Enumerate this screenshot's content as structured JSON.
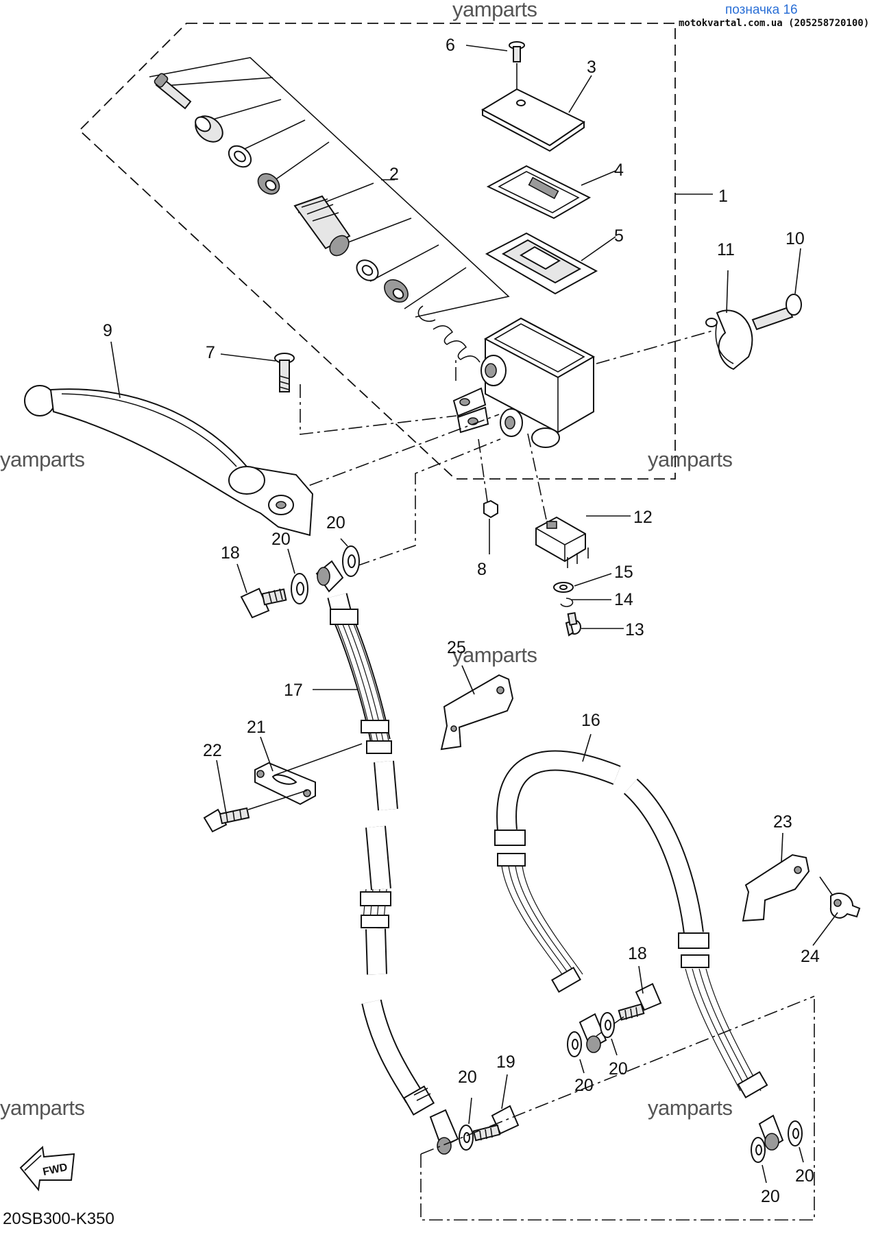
{
  "header": {
    "marker": "позначка 16",
    "site": "motokvartal.com.ua (205258720100)"
  },
  "watermark": "yamparts",
  "diagram_code": "20SB300-K350",
  "fwd_label": "FWD",
  "callouts": [
    "1",
    "2",
    "3",
    "4",
    "5",
    "6",
    "7",
    "8",
    "9",
    "10",
    "11",
    "12",
    "13",
    "14",
    "15",
    "16",
    "17",
    "18",
    "18",
    "19",
    "20",
    "20",
    "20",
    "20",
    "20",
    "20",
    "20",
    "21",
    "22",
    "23",
    "24",
    "25"
  ]
}
